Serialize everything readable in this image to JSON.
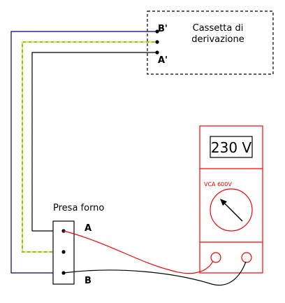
{
  "junction_box": {
    "title_line1": "Cassetta di",
    "title_line2": "derivazione",
    "terminal_b_label": "B'",
    "terminal_a_label": "A'"
  },
  "socket": {
    "title": "Presa forno",
    "terminal_a_label": "A",
    "terminal_b_label": "B"
  },
  "multimeter": {
    "display_value": "230 V",
    "range_label": "VCA 600V"
  },
  "colors": {
    "wire_blue": "#000080",
    "wire_yellow_green": "#c8e632",
    "wire_black": "#000000",
    "probe_red": "#ff0000",
    "meter_frame": "#ff0000"
  }
}
